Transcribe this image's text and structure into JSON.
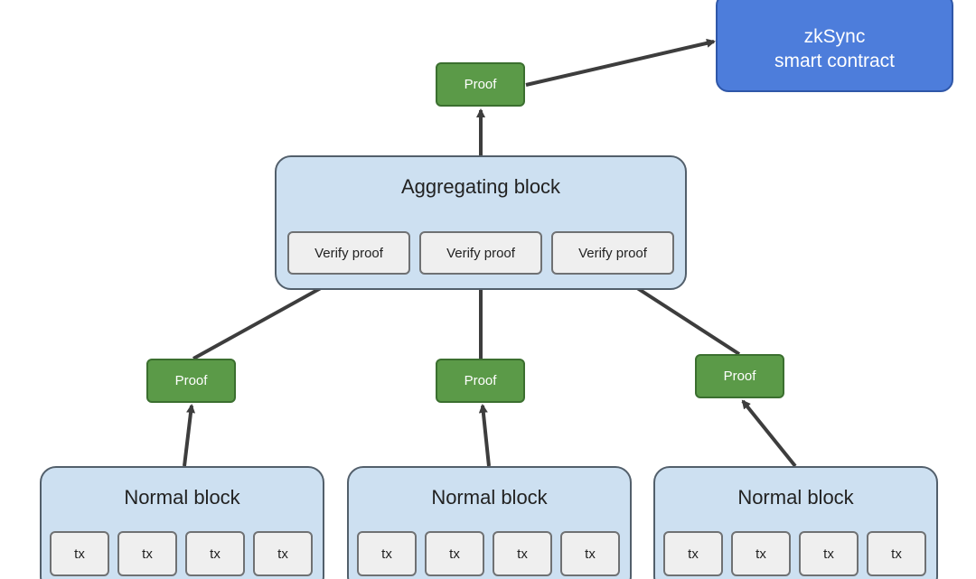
{
  "contract": {
    "line1": "zkSync",
    "line2": "smart contract"
  },
  "top_proof": {
    "label": "Proof"
  },
  "aggregating_block": {
    "title": "Aggregating block",
    "verify_proofs": [
      "Verify proof",
      "Verify proof",
      "Verify proof"
    ]
  },
  "proofs": [
    "Proof",
    "Proof",
    "Proof"
  ],
  "normal_blocks": [
    {
      "title": "Normal block",
      "txs": [
        "tx",
        "tx",
        "tx",
        "tx"
      ]
    },
    {
      "title": "Normal block",
      "txs": [
        "tx",
        "tx",
        "tx",
        "tx"
      ]
    },
    {
      "title": "Normal block",
      "txs": [
        "tx",
        "tx",
        "tx",
        "tx"
      ]
    }
  ],
  "colors": {
    "contract": "#4d7ddb",
    "proof": "#5b9a48",
    "block": "#cde0f1",
    "inner": "#efefef",
    "arrow": "#3d3d3d"
  }
}
